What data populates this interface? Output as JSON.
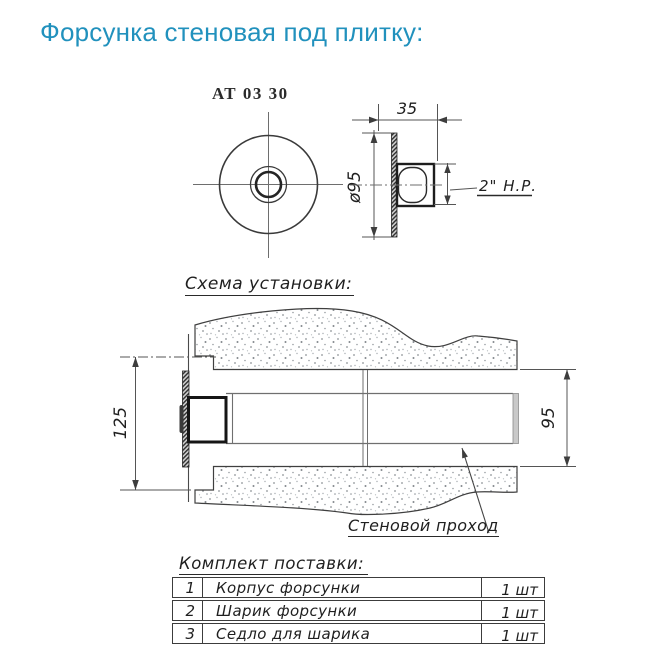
{
  "page": {
    "title": "Форсунка стеновая под плитку:",
    "accent_color": "#2191bd",
    "line_color": "#3d3d3d"
  },
  "drawing": {
    "model_label": "АТ 03 30",
    "dim_depth": "35",
    "dim_diameter": "ø95",
    "thread_label": "2\" Н.Р."
  },
  "install": {
    "heading": "Схема установки:",
    "dim_height": "125",
    "dim_pipe": "95",
    "callout": "Стеновой проход"
  },
  "package": {
    "heading": "Комплект поставки:",
    "rows": [
      {
        "num": "1",
        "name": "Корпус форсунки",
        "qty": "1 шт"
      },
      {
        "num": "2",
        "name": "Шарик форсунки",
        "qty": "1 шт"
      },
      {
        "num": "3",
        "name": "Седло для шарика",
        "qty": "1 шт"
      }
    ]
  }
}
